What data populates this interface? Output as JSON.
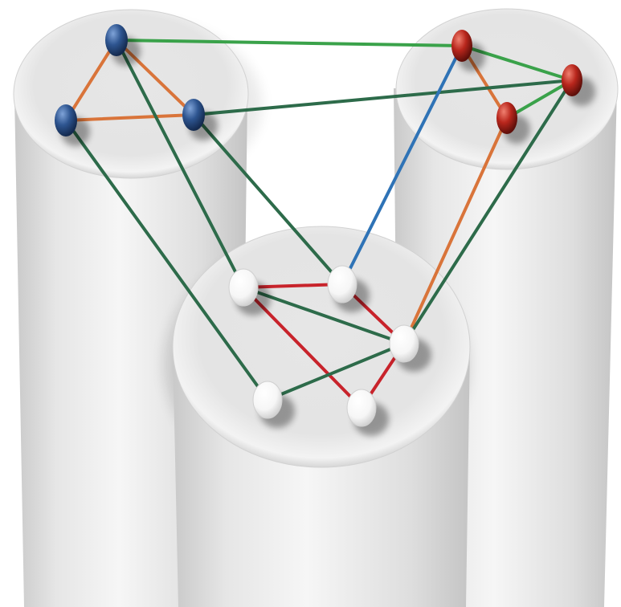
{
  "colors": {
    "background": "#ffffff",
    "cylinder_light": "#f4f4f4",
    "cylinder_mid": "#dcdcdc",
    "cylinder_dark": "#bdbdbd",
    "cylinder_top": "#e9e9e9",
    "cylinder_top_rim": "#f7f7f7",
    "blue_node": "#2e5590",
    "red_node": "#b8261c",
    "white_node": "#ffffff"
  },
  "diagram": {
    "cylinders": [
      {
        "id": "cylinder-left",
        "group": "blue"
      },
      {
        "id": "cylinder-right",
        "group": "red"
      },
      {
        "id": "cylinder-center",
        "group": "white"
      }
    ],
    "nodes": [
      {
        "id": "b1",
        "group": "blue"
      },
      {
        "id": "b2",
        "group": "blue"
      },
      {
        "id": "b3",
        "group": "blue"
      },
      {
        "id": "r1",
        "group": "red"
      },
      {
        "id": "r2",
        "group": "red"
      },
      {
        "id": "r3",
        "group": "red"
      },
      {
        "id": "w1",
        "group": "white"
      },
      {
        "id": "w2",
        "group": "white"
      },
      {
        "id": "w3",
        "group": "white"
      },
      {
        "id": "w4",
        "group": "white"
      },
      {
        "id": "w5",
        "group": "white"
      }
    ],
    "edge_colors": {
      "orange": "#d9743a",
      "green": "#3aa24a",
      "dark_green": "#2d6b4a",
      "blue": "#2f73b6",
      "red": "#c8232b"
    },
    "edges": [
      {
        "from": "b1",
        "to": "b2",
        "color": "orange"
      },
      {
        "from": "b1",
        "to": "b3",
        "color": "orange"
      },
      {
        "from": "b2",
        "to": "b3",
        "color": "orange"
      },
      {
        "from": "b1",
        "to": "r1",
        "color": "green"
      },
      {
        "from": "r1",
        "to": "r2",
        "color": "green"
      },
      {
        "from": "r3",
        "to": "r2",
        "color": "green"
      },
      {
        "from": "r1",
        "to": "r3",
        "color": "orange"
      },
      {
        "from": "b3",
        "to": "r2",
        "color": "dark_green"
      },
      {
        "from": "b1",
        "to": "w1",
        "color": "dark_green"
      },
      {
        "from": "b2",
        "to": "w4",
        "color": "dark_green"
      },
      {
        "from": "b3",
        "to": "w2",
        "color": "dark_green"
      },
      {
        "from": "r1",
        "to": "w2",
        "color": "blue"
      },
      {
        "from": "r3",
        "to": "w3",
        "color": "orange"
      },
      {
        "from": "r2",
        "to": "w3",
        "color": "dark_green"
      },
      {
        "from": "w1",
        "to": "w2",
        "color": "red"
      },
      {
        "from": "w1",
        "to": "w5",
        "color": "red"
      },
      {
        "from": "w2",
        "to": "w3",
        "color": "red"
      },
      {
        "from": "w3",
        "to": "w5",
        "color": "red"
      },
      {
        "from": "w1",
        "to": "w3",
        "color": "dark_green"
      },
      {
        "from": "w4",
        "to": "w3",
        "color": "dark_green"
      }
    ]
  }
}
